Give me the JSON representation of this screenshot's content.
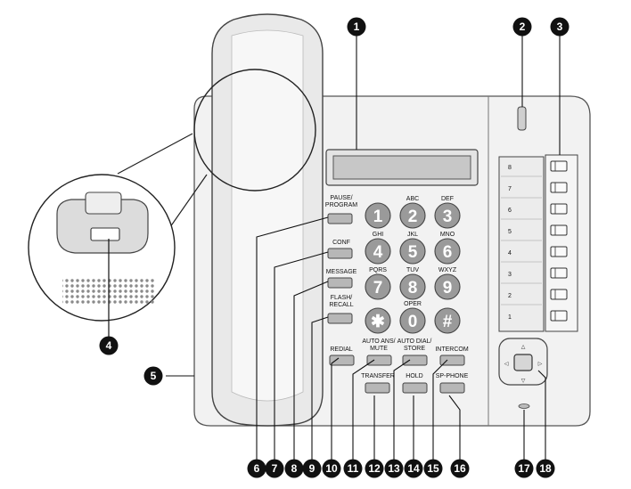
{
  "callouts": [
    "1",
    "2",
    "3",
    "4",
    "5",
    "6",
    "7",
    "8",
    "9",
    "10",
    "11",
    "12",
    "13",
    "14",
    "15",
    "16",
    "17",
    "18"
  ],
  "buttons": {
    "pause_program": [
      "PAUSE/",
      "PROGRAM"
    ],
    "conf": "CONF",
    "message": "MESSAGE",
    "flash_recall": [
      "FLASH/",
      "RECALL"
    ],
    "redial": "REDIAL",
    "auto_ans_mute": [
      "AUTO ANS/",
      "MUTE"
    ],
    "auto_dial_store": [
      "AUTO DIAL/",
      "STORE"
    ],
    "intercom": "INTERCOM",
    "transfer": "TRANSFER",
    "hold": "HOLD",
    "sp_phone": "SP-PHONE"
  },
  "keypad": [
    {
      "digit": "1",
      "letters": ""
    },
    {
      "digit": "2",
      "letters": "ABC"
    },
    {
      "digit": "3",
      "letters": "DEF"
    },
    {
      "digit": "4",
      "letters": "GHI"
    },
    {
      "digit": "5",
      "letters": "JKL"
    },
    {
      "digit": "6",
      "letters": "MNO"
    },
    {
      "digit": "7",
      "letters": "PQRS"
    },
    {
      "digit": "8",
      "letters": "TUV"
    },
    {
      "digit": "9",
      "letters": "WXYZ"
    },
    {
      "digit": "✱",
      "letters": ""
    },
    {
      "digit": "0",
      "letters": "OPER"
    },
    {
      "digit": "#",
      "letters": ""
    }
  ],
  "line_labels": [
    "8",
    "7",
    "6",
    "5",
    "4",
    "3",
    "2",
    "1"
  ]
}
